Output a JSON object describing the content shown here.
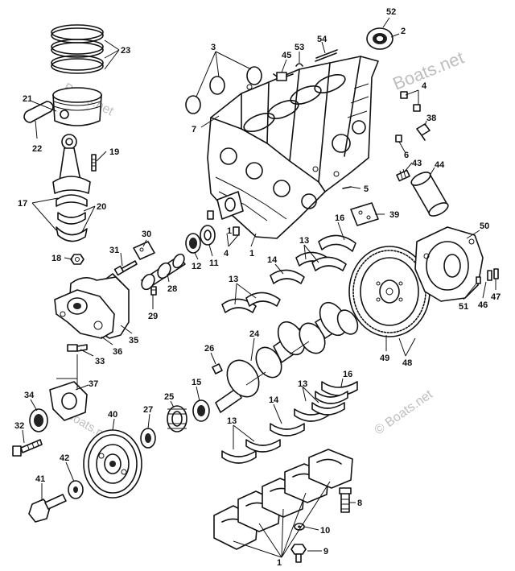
{
  "watermarks": [
    "Boats.net",
    "Boats.net",
    "© Boats.net",
    "© Boats.net"
  ],
  "callouts": [
    "52",
    "2",
    "53",
    "54",
    "45",
    "3",
    "4",
    "7",
    "38",
    "6",
    "43",
    "44",
    "5",
    "39",
    "16",
    "23",
    "21",
    "22",
    "19",
    "17",
    "20",
    "18",
    "31",
    "30",
    "28",
    "29",
    "12",
    "11",
    "13",
    "14",
    "1",
    "50",
    "51",
    "46",
    "47",
    "49",
    "48",
    "24",
    "26",
    "15",
    "25",
    "27",
    "40",
    "42",
    "41",
    "34",
    "32",
    "37",
    "36",
    "33",
    "35",
    "10",
    "9",
    "8"
  ]
}
